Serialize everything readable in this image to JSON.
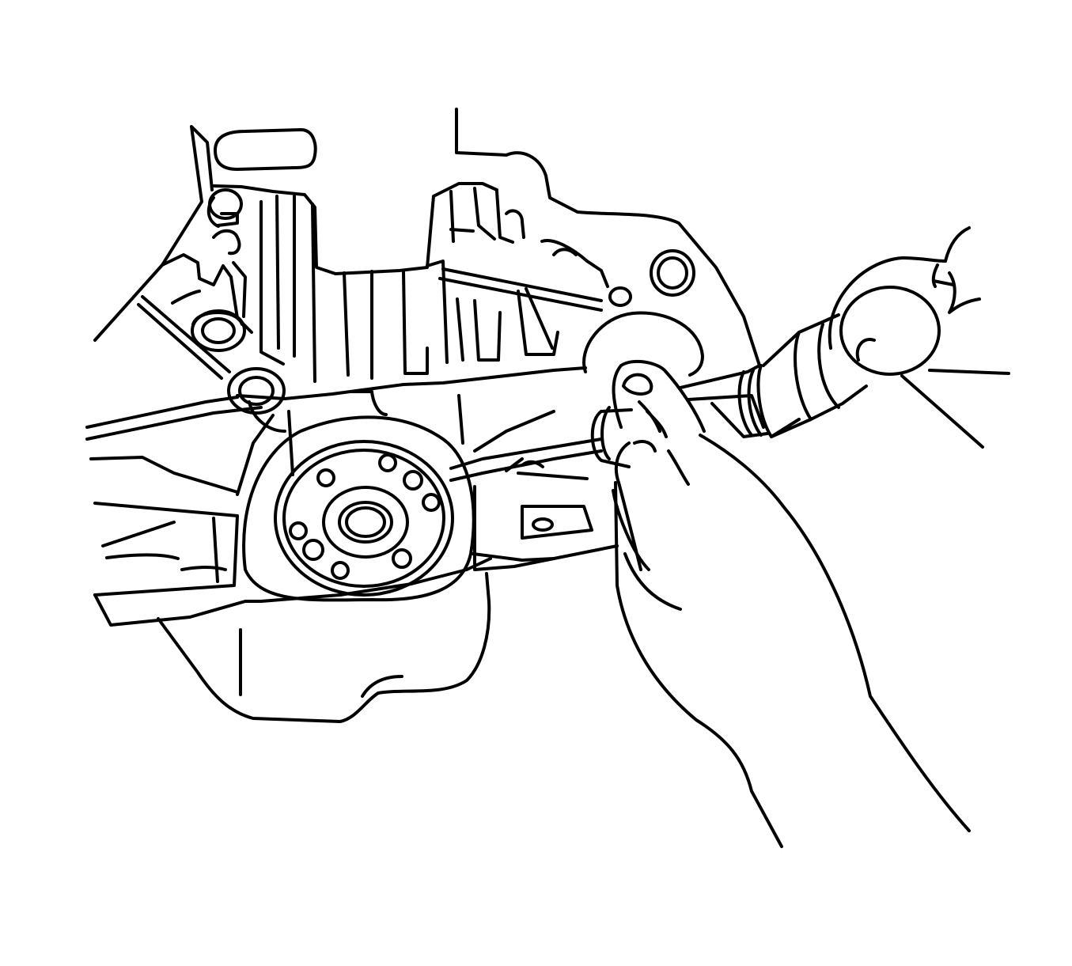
{
  "illustration": {
    "subject": "line drawing",
    "stroke_color": "#000000",
    "background_color": "#ffffff",
    "components": [
      "engine-block",
      "crankshaft-flange",
      "oil-pan",
      "bolt-bosses",
      "hand",
      "tool-handle"
    ]
  }
}
